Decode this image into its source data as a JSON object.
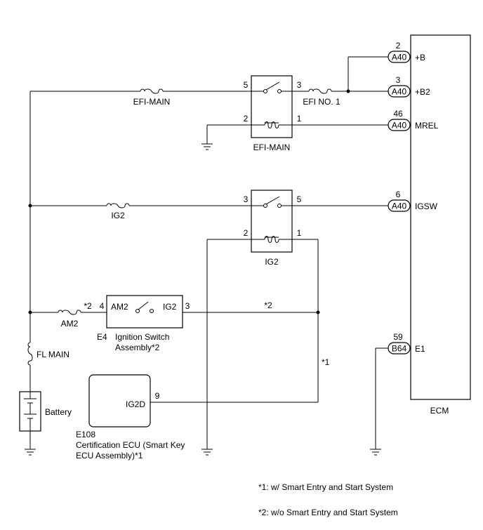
{
  "ecm": {
    "label": "ECM",
    "pins": [
      {
        "num": "2",
        "conn": "A40",
        "name": "+B"
      },
      {
        "num": "3",
        "conn": "A40",
        "name": "+B2"
      },
      {
        "num": "46",
        "conn": "A40",
        "name": "MREL"
      },
      {
        "num": "6",
        "conn": "A40",
        "name": "IGSW"
      },
      {
        "num": "59",
        "conn": "B64",
        "name": "E1"
      }
    ]
  },
  "fuses": {
    "efi_main": "EFI-MAIN",
    "efi_no1": "EFI NO. 1",
    "ig2": "IG2",
    "am2": "AM2",
    "fl_main": "FL MAIN"
  },
  "relays": {
    "efi_main": {
      "label": "EFI-MAIN",
      "pins": [
        "5",
        "3",
        "2",
        "1"
      ]
    },
    "ig2": {
      "label": "IG2",
      "pins": [
        "3",
        "5",
        "2",
        "1"
      ]
    }
  },
  "ignition_switch": {
    "id": "E4",
    "name_line1": "Ignition Switch",
    "name_line2": "Assembly*2",
    "pin_am2": "AM2",
    "pin_ig2": "IG2",
    "pin_left": "4",
    "pin_right": "3",
    "mark_left": "*2",
    "mark_wire": "*2"
  },
  "cert_ecu": {
    "id": "E108",
    "name_line1": "Certification ECU (Smart Key",
    "name_line2": "ECU Assembly)*1",
    "pin_name": "IG2D",
    "pin_num": "9",
    "mark_wire": "*1"
  },
  "battery": {
    "label": "Battery"
  },
  "notes": [
    "*1: w/ Smart Entry and Start System",
    "*2: w/o Smart Entry and Start System"
  ]
}
